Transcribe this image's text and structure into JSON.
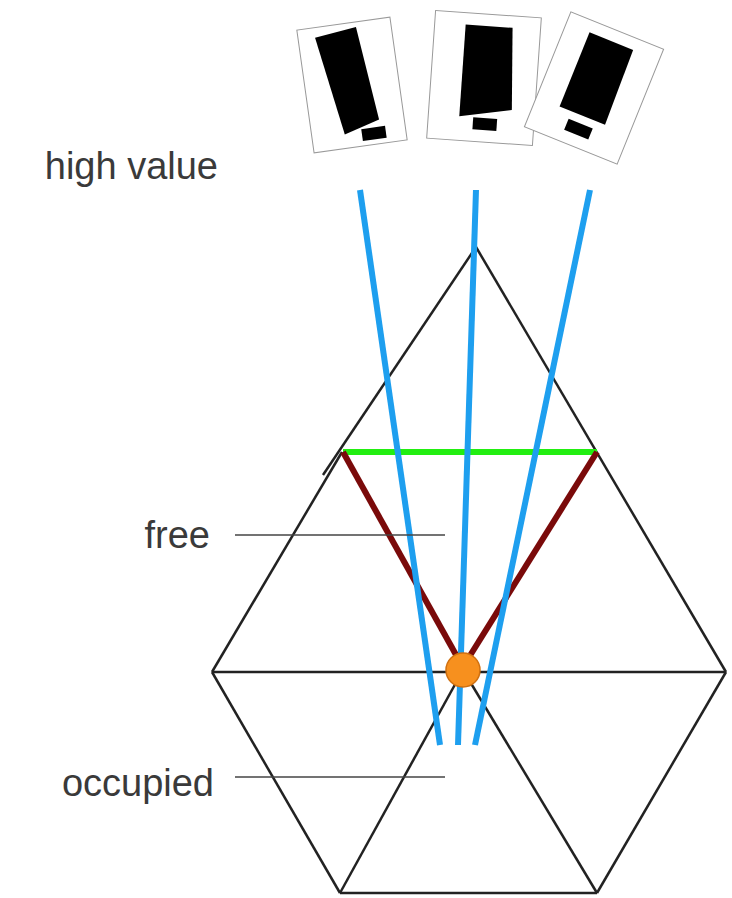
{
  "diagram": {
    "labels": [
      "high value",
      "free",
      "occupied"
    ]
  }
}
